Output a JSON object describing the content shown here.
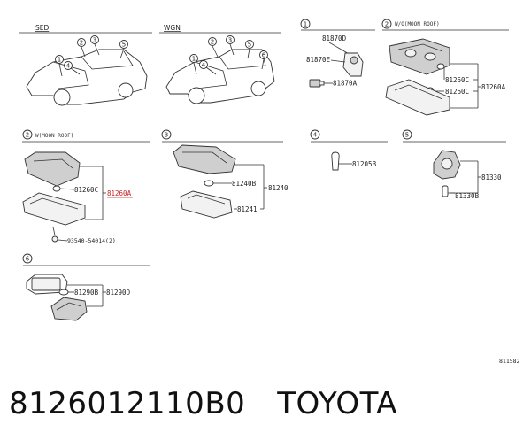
{
  "sections": {
    "sed": "SED",
    "wgn": "WGN",
    "s1": {
      "num": "1"
    },
    "s2_top": {
      "num": "2",
      "title": "W/O(MOON ROOF)"
    },
    "s2_mid": {
      "num": "2",
      "title": "W(MOON ROOF)"
    },
    "s3": {
      "num": "3"
    },
    "s4": {
      "num": "4"
    },
    "s5": {
      "num": "5"
    },
    "s6": {
      "num": "6"
    }
  },
  "callouts": {
    "sed": [
      "1",
      "2",
      "3",
      "4",
      "5"
    ],
    "wgn": [
      "1",
      "2",
      "3",
      "4",
      "5",
      "6"
    ]
  },
  "labels": {
    "p81870d": "81870D",
    "p81870e": "81870E",
    "p81870a": "81870A",
    "p81260c_a": "81260C",
    "p81260c_b": "81260C",
    "p81260a_top": "81260A",
    "p81260c_mid": "81260C",
    "p81260a_mid": "81260A",
    "p93540": "93540-54014(2)",
    "p81240b": "81240B",
    "p81240": "81240",
    "p81241": "81241",
    "p81205b": "81205B",
    "p81330": "81330",
    "p81330b": "81330B",
    "p81290b": "81290B",
    "p81290d": "81290D",
    "diagram_code": "811582"
  },
  "footer": {
    "part_number": "8126012110B0",
    "brand": "TOYOTA"
  },
  "colors": {
    "highlight": "#c0262a"
  }
}
